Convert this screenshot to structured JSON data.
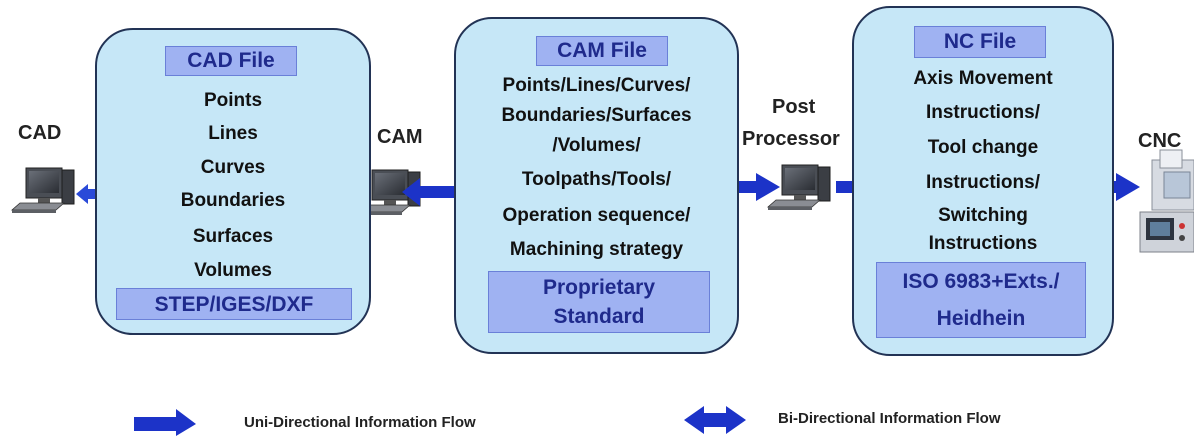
{
  "stations": {
    "cad": "CAD",
    "cam": "CAM",
    "post_processor": [
      "Post",
      "Processor"
    ],
    "cnc": "CNC"
  },
  "cad_file": {
    "title": "CAD File",
    "items": [
      "Points",
      "Lines",
      "Curves",
      "Boundaries",
      "Surfaces",
      "Volumes"
    ],
    "standard": [
      "STEP/IGES/DXF"
    ]
  },
  "cam_file": {
    "title": "CAM File",
    "items": [
      "Points/Lines/Curves/",
      "Boundaries/Surfaces",
      "/Volumes/",
      "Toolpaths/Tools/",
      "Operation sequence/",
      "Machining strategy"
    ],
    "standard": [
      "Proprietary",
      "Standard"
    ]
  },
  "nc_file": {
    "title": "NC File",
    "items": [
      "Axis Movement",
      "Instructions/",
      "Tool change",
      "Instructions/",
      "Switching",
      "Instructions"
    ],
    "standard": [
      "ISO 6983+Exts./",
      "Heidhein"
    ]
  },
  "legend": {
    "uni": "Uni-Directional Information Flow",
    "bi": "Bi-Directional Information Flow"
  },
  "colors": {
    "arrow": "#1c33c8",
    "panel_fill": "#c6e7f7",
    "header_fill": "#9fb2f2",
    "header_text": "#1f2a8c"
  }
}
